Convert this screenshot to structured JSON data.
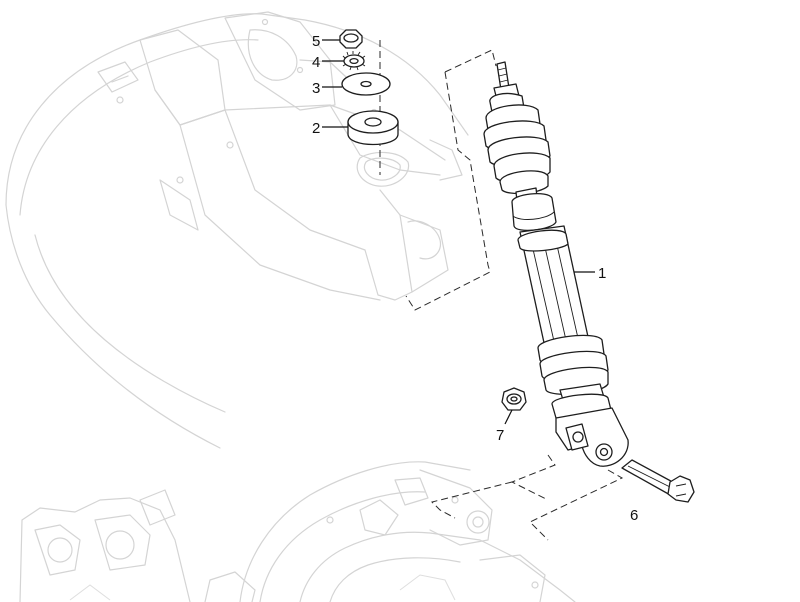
{
  "callouts": {
    "c1": "1",
    "c2": "2",
    "c3": "3",
    "c4": "4",
    "c5": "5",
    "c6": "6",
    "c7": "7"
  }
}
